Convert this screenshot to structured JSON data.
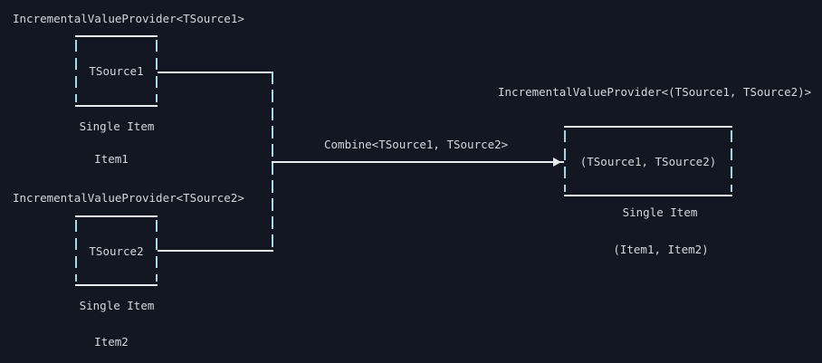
{
  "colors": {
    "background": "#131722",
    "solid_line": "#e9ebee",
    "dashed_line": "#a8d8e7",
    "text": "#d4d8dc"
  },
  "providers": [
    {
      "label": "IncrementalValueProvider<TSource1>",
      "box": "TSource1",
      "kind": "Single Item",
      "item": "Item1"
    },
    {
      "label": "IncrementalValueProvider<TSource2>",
      "box": "TSource2",
      "kind": "Single Item",
      "item": "Item2"
    }
  ],
  "operation": {
    "label": "Combine<TSource1, TSource2>"
  },
  "result": {
    "label": "IncrementalValueProvider<(TSource1, TSource2)>",
    "box": "(TSource1, TSource2)",
    "kind": "Single Item",
    "item": "(Item1, Item2)"
  }
}
